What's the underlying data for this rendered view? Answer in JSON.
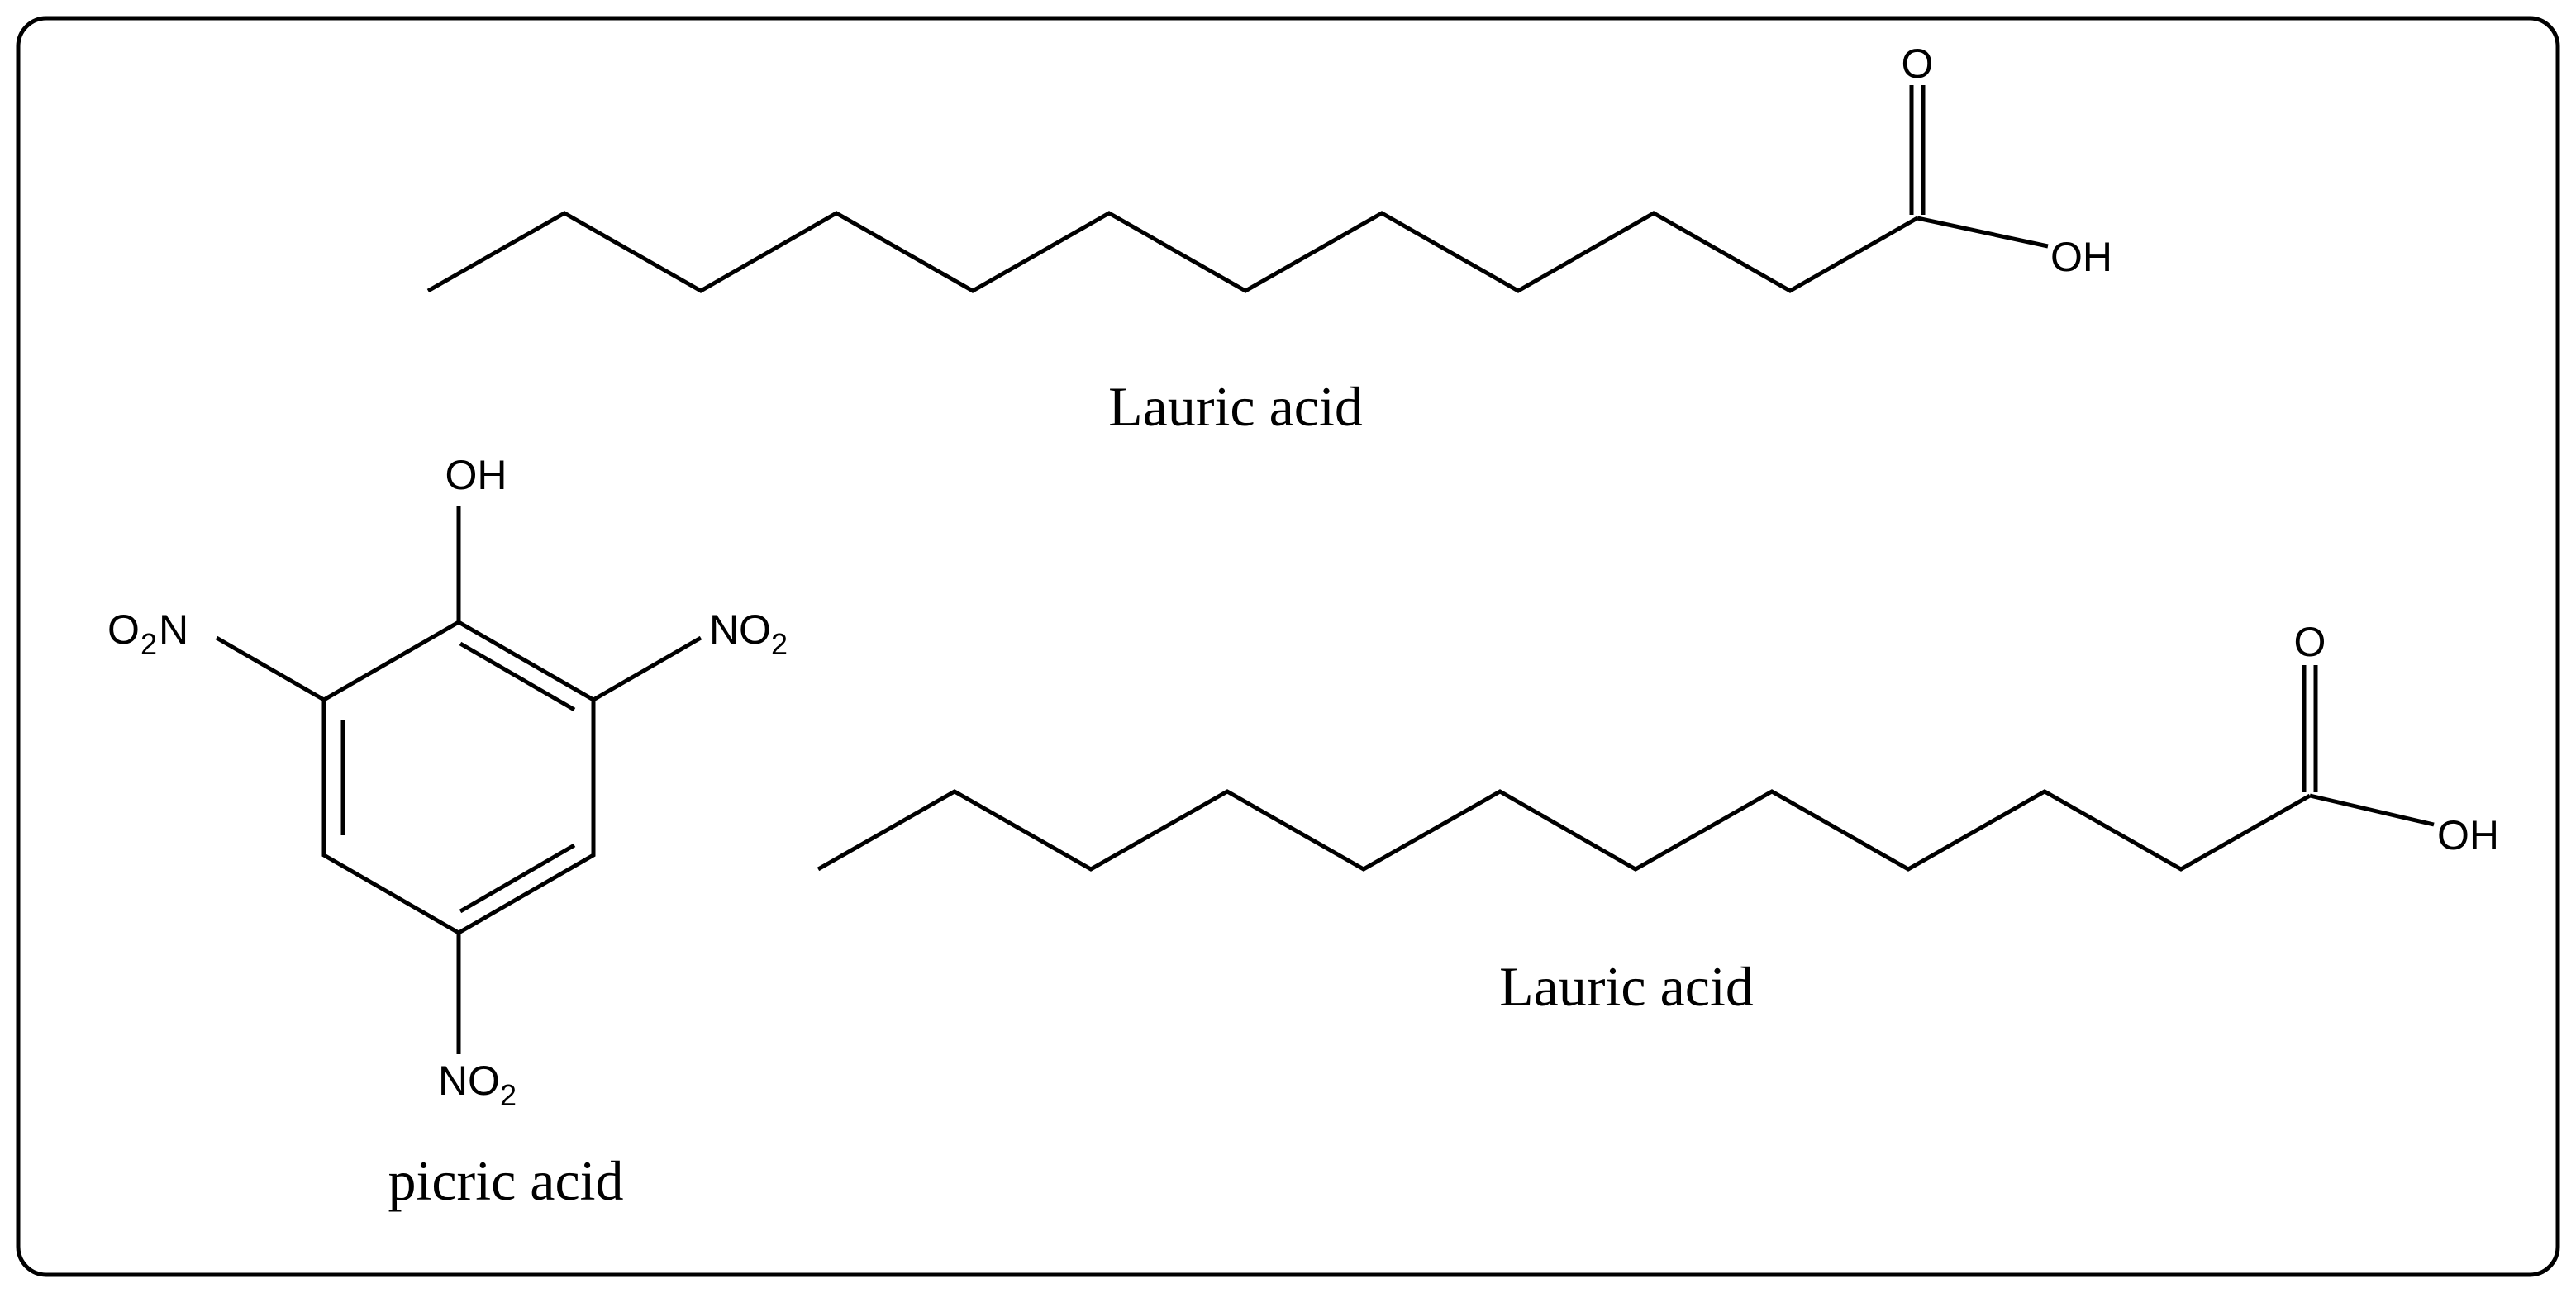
{
  "molecules": [
    {
      "id": "lauric-top",
      "caption": "Lauric acid",
      "labels": {
        "carbonyl_o": "O",
        "hydroxyl": "OH"
      }
    },
    {
      "id": "picric",
      "caption": "picric acid",
      "labels": {
        "hydroxyl": "OH",
        "nitro_left_o": "O",
        "nitro_left_sub": "2",
        "nitro_left_n": "N",
        "nitro_right_n": "N",
        "nitro_right_o": "O",
        "nitro_right_sub": "2",
        "nitro_bottom_n": "N",
        "nitro_bottom_o": "O",
        "nitro_bottom_sub": "2"
      }
    },
    {
      "id": "lauric-bottom",
      "caption": "Lauric acid",
      "labels": {
        "carbonyl_o": "O",
        "hydroxyl": "OH"
      }
    }
  ]
}
